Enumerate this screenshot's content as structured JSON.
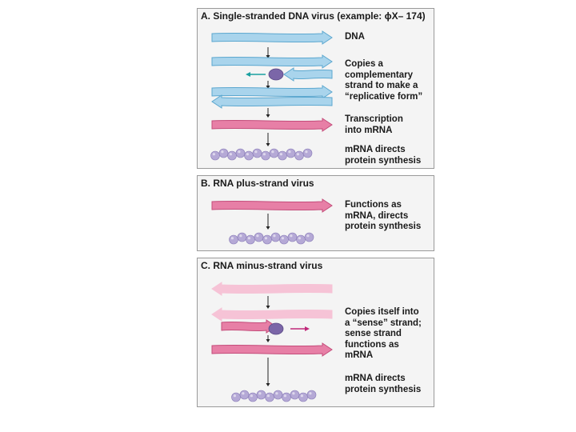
{
  "colors": {
    "dna_strand": "#a9d4ec",
    "dna_edge": "#5ba7cf",
    "mrna_strand": "#e77fa6",
    "mrna_edge": "#c44c7a",
    "minus_strand": "#f6c3d6",
    "polymerase": "#7b66a8",
    "protein_bead": "#b5a9d6",
    "panel_bg": "#f4f4f4"
  },
  "panel_a": {
    "title": "A. Single-stranded DNA virus (example: ϕX– 174)",
    "label_dna": "DNA",
    "label_copies": "Copies a\ncomplementary\nstrand to make a\n“replicative form”",
    "label_transcription": "Transcription\ninto mRNA",
    "label_protein": "mRNA directs\nprotein synthesis"
  },
  "panel_b": {
    "title": "B. RNA plus-strand virus",
    "label_functions": "Functions as\nmRNA, directs\nprotein synthesis"
  },
  "panel_c": {
    "title": "C. RNA minus-strand virus",
    "label_copies": "Copies itself into\na “sense” strand;\nsense strand\nfunctions as\nmRNA",
    "label_protein": "mRNA directs\nprotein synthesis"
  }
}
